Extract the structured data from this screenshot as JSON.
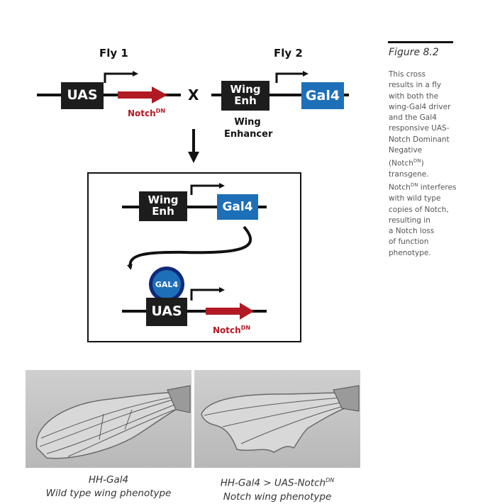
{
  "diagram": {
    "fly1": {
      "title": "Fly 1",
      "uas_label": "UAS",
      "notch_label": "Notch",
      "notch_sup": "DN"
    },
    "cross_symbol": "X",
    "fly2": {
      "title": "Fly 2",
      "wing_line1": "Wing",
      "wing_line2": "Enh",
      "gal4_label": "Gal4",
      "enhancer_line1": "Wing",
      "enhancer_line2": "Enhancer"
    },
    "result": {
      "wing_line1": "Wing",
      "wing_line2": "Enh",
      "gal4_label": "Gal4",
      "gal4_protein": "GAL4",
      "uas_label": "UAS",
      "notch_label": "Notch",
      "notch_sup": "DN"
    }
  },
  "sidebar": {
    "figure_title": "Figure 8.2",
    "caption_lines": [
      "This cross",
      "results in a fly",
      "with both the",
      "wing-Gal4 driver",
      "and the Gal4",
      "responsive UAS-",
      "Notch Dominant",
      "Negative",
      "(Notch",
      "transgene.",
      "Notch",
      "with wild type",
      "copies of Notch,",
      "resulting in",
      "a Notch loss",
      "of function",
      "phenotype."
    ],
    "caption_sup": "DN",
    "caption_line9_tail": ")",
    "caption_line11_tail": " interferes"
  },
  "photos": {
    "left": {
      "line1": "HH-Gal4",
      "line2": "Wild type wing phenotype"
    },
    "right": {
      "line1_prefix": "HH-Gal4 > UAS-Notch",
      "line1_sup": "DN",
      "line2": "Notch wing phenotype"
    }
  },
  "colors": {
    "notch_red": "#b11a23",
    "gal4_blue": "#1d6fb8",
    "protein_navy": "#0d2a78",
    "box_black": "#1d1d1d"
  }
}
